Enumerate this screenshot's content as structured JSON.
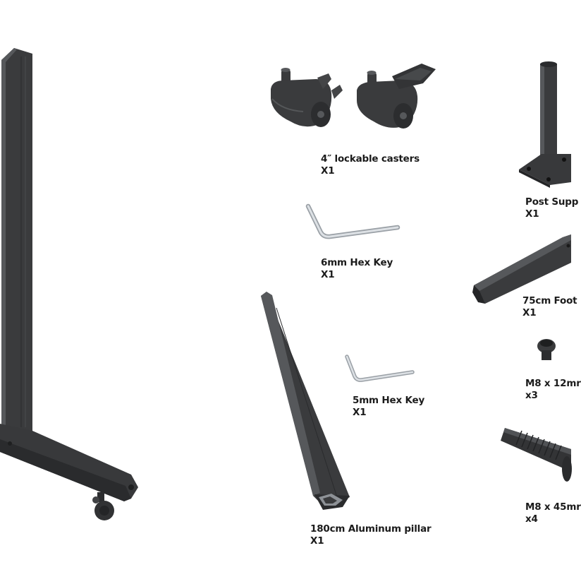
{
  "colors": {
    "metal": "#3a3b3d",
    "metal_dark": "#242527",
    "metal_light": "#56585b",
    "steel": "#c9cdd1",
    "text": "#1b1b1b"
  },
  "parts": [
    {
      "id": "casters",
      "name": "4″ lockable casters",
      "qty": "X1"
    },
    {
      "id": "hex6",
      "name": "6mm Hex Key",
      "qty": "X1"
    },
    {
      "id": "hex5",
      "name": "5mm Hex Key",
      "qty": "X1"
    },
    {
      "id": "pillar",
      "name": "180cm Aluminum pillar",
      "qty": "X1"
    },
    {
      "id": "post",
      "name": "Post Supp",
      "qty": "X1"
    },
    {
      "id": "foot",
      "name": "75cm Foot",
      "qty": "X1"
    },
    {
      "id": "m8x12",
      "name": "M8 x 12mr",
      "qty": "x3"
    },
    {
      "id": "m8x45",
      "name": "M8 x 45mr",
      "qty": "x4"
    }
  ]
}
